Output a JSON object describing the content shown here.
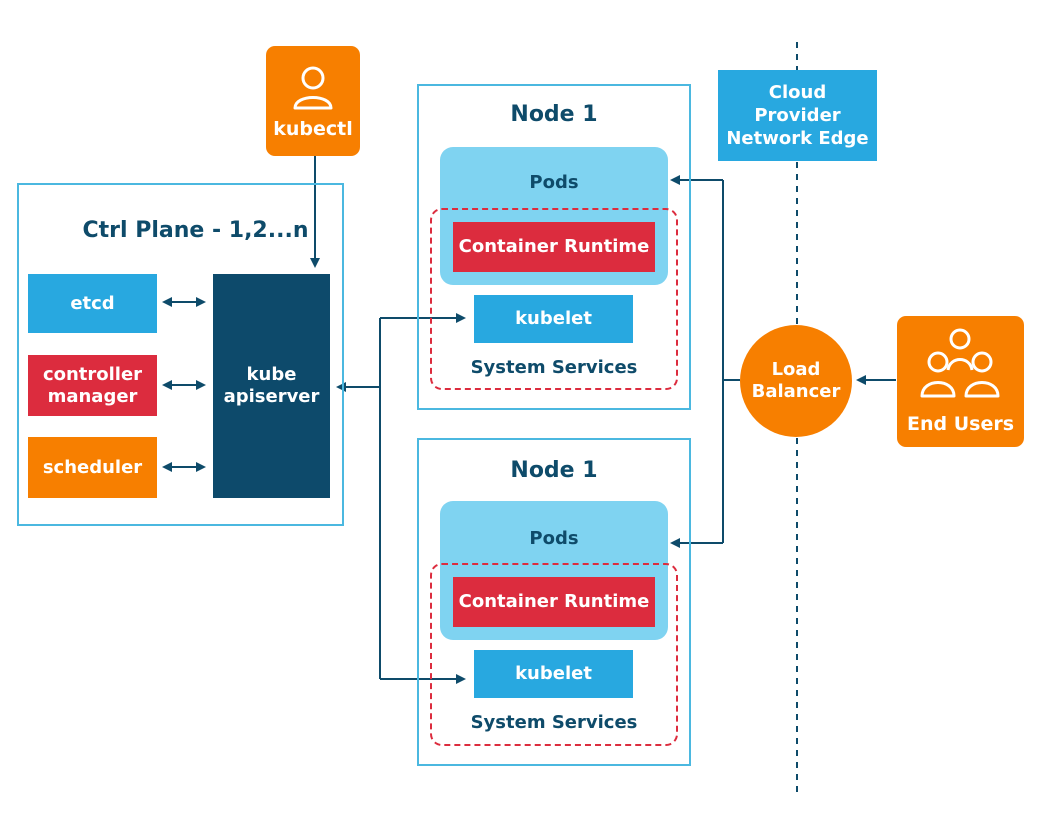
{
  "kubectl": {
    "label": "kubectl",
    "icon": "user-icon"
  },
  "ctrl_plane": {
    "title": "Ctrl Plane - 1,2...n",
    "etcd": "etcd",
    "controller_manager_line1": "controller",
    "controller_manager_line2": "manager",
    "scheduler": "scheduler",
    "apiserver_line1": "kube",
    "apiserver_line2": "apiserver"
  },
  "nodes": [
    {
      "title": "Node 1",
      "pods": "Pods",
      "runtime": "Container Runtime",
      "kubelet": "kubelet",
      "services": "System Services"
    },
    {
      "title": "Node 1",
      "pods": "Pods",
      "runtime": "Container Runtime",
      "kubelet": "kubelet",
      "services": "System Services"
    }
  ],
  "cloud_edge": {
    "line1": "Cloud",
    "line2": "Provider",
    "line3": "Network Edge"
  },
  "load_balancer": {
    "line1": "Load",
    "line2": "Balancer"
  },
  "end_users": {
    "label": "End Users",
    "icon": "users-group-icon"
  },
  "colors": {
    "orange": "#f77f00",
    "blue": "#28a8e0",
    "red": "#dc2c3e",
    "navy": "#0d4a6b",
    "light_blue": "#7fd3f1",
    "outline": "#4bb8e0"
  }
}
